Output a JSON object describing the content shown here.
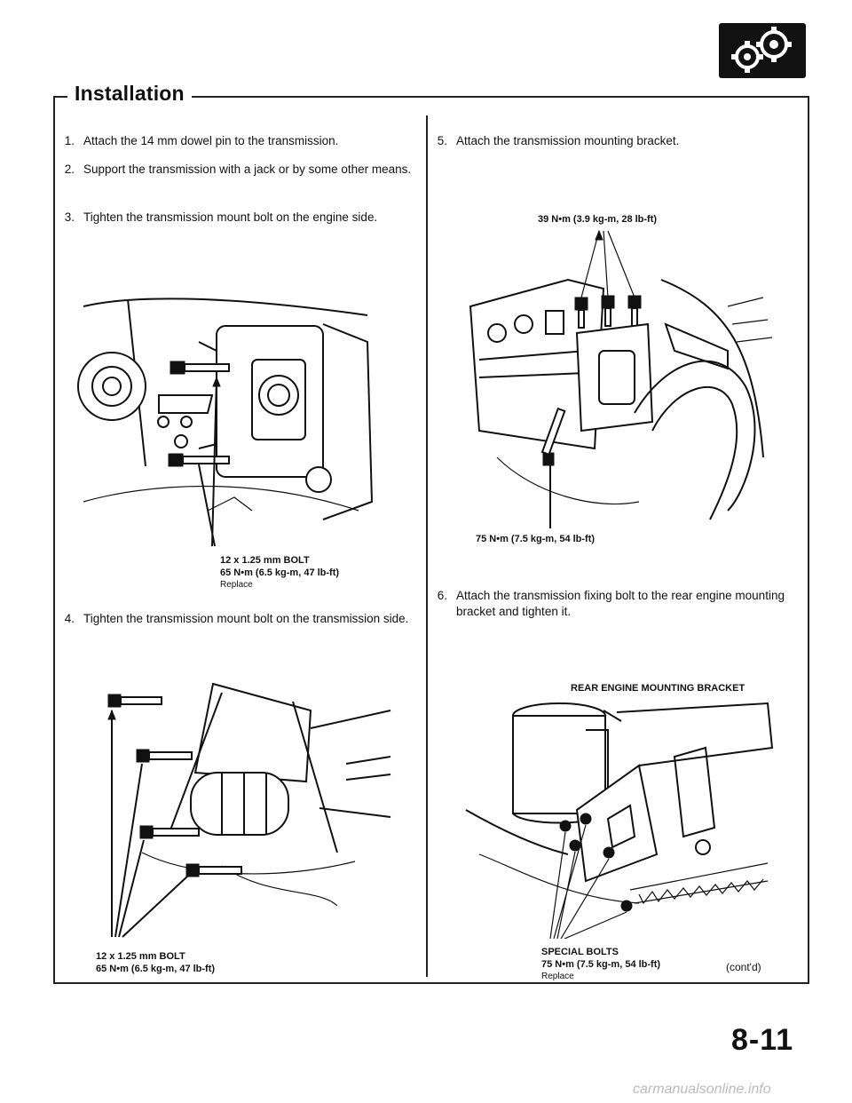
{
  "header": {
    "section_title": "Installation"
  },
  "steps": [
    {
      "num": "1.",
      "text": "Attach the 14 mm dowel pin to the transmission."
    },
    {
      "num": "2.",
      "text": "Support the transmission with a jack or by some other means."
    },
    {
      "num": "3.",
      "text": "Tighten the transmission mount bolt on the engine side."
    },
    {
      "num": "4.",
      "text": "Tighten the transmission mount bolt on the transmission side."
    },
    {
      "num": "5.",
      "text": "Attach the transmission mounting bracket."
    },
    {
      "num": "6.",
      "text": "Attach the transmission fixing bolt to the rear engine mounting bracket and tighten it."
    }
  ],
  "figures": {
    "fig3": {
      "line1": "12 x 1.25 mm BOLT",
      "line2": "65 N•m (6.5 kg-m, 47 lb-ft)",
      "line3": "Replace"
    },
    "fig4": {
      "line1": "12 x 1.25 mm BOLT",
      "line2": "65 N•m (6.5 kg-m, 47 lb-ft)"
    },
    "fig5": {
      "top": "39 N•m (3.9 kg-m, 28 lb-ft)",
      "bottom": "75 N•m (7.5 kg-m, 54 lb-ft)"
    },
    "fig6": {
      "top": "REAR ENGINE MOUNTING BRACKET",
      "line1": "SPECIAL BOLTS",
      "line2": "75 N•m (7.5 kg-m, 54 lb-ft)",
      "line3": "Replace"
    }
  },
  "continued": "(cont'd)",
  "page_number": "8-11",
  "footer": "carmanualsonline.info",
  "icons": {
    "corner": "gears-icon"
  }
}
